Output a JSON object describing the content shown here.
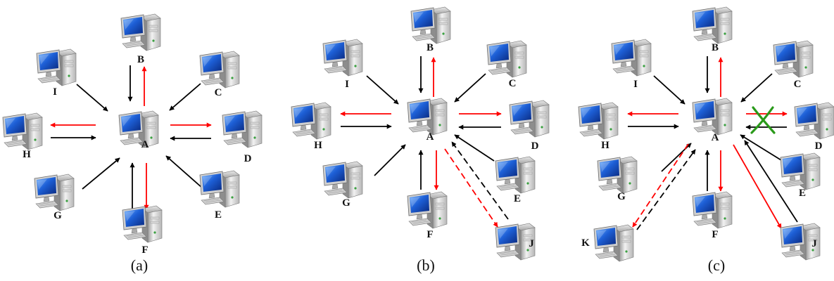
{
  "colors": {
    "request": "#ff0000",
    "response": "#000000",
    "cross": "#2a9a1a"
  },
  "panels": [
    {
      "caption": "(a)",
      "nodes": [
        {
          "id": "A",
          "label": "A"
        },
        {
          "id": "B",
          "label": "B"
        },
        {
          "id": "C",
          "label": "C"
        },
        {
          "id": "D",
          "label": "D"
        },
        {
          "id": "E",
          "label": "E"
        },
        {
          "id": "F",
          "label": "F"
        },
        {
          "id": "G",
          "label": "G"
        },
        {
          "id": "H",
          "label": "H"
        },
        {
          "id": "I",
          "label": "I"
        }
      ],
      "edges": [
        {
          "from": "I",
          "to": "A",
          "color": "black"
        },
        {
          "from": "B",
          "to": "A",
          "color": "black"
        },
        {
          "from": "A",
          "to": "B",
          "color": "red"
        },
        {
          "from": "C",
          "to": "A",
          "color": "black"
        },
        {
          "from": "A",
          "to": "H",
          "color": "red"
        },
        {
          "from": "H",
          "to": "A",
          "color": "black"
        },
        {
          "from": "A",
          "to": "D",
          "color": "red"
        },
        {
          "from": "D",
          "to": "A",
          "color": "black"
        },
        {
          "from": "G",
          "to": "A",
          "color": "black"
        },
        {
          "from": "F",
          "to": "A",
          "color": "black"
        },
        {
          "from": "A",
          "to": "F",
          "color": "red"
        },
        {
          "from": "E",
          "to": "A",
          "color": "black"
        }
      ]
    },
    {
      "caption": "(b)",
      "nodes": [
        {
          "id": "A",
          "label": "A"
        },
        {
          "id": "B",
          "label": "B"
        },
        {
          "id": "C",
          "label": "C"
        },
        {
          "id": "D",
          "label": "D"
        },
        {
          "id": "E",
          "label": "E"
        },
        {
          "id": "F",
          "label": "F"
        },
        {
          "id": "G",
          "label": "G"
        },
        {
          "id": "H",
          "label": "H"
        },
        {
          "id": "I",
          "label": "I"
        },
        {
          "id": "J",
          "label": "J"
        }
      ],
      "edges": [
        {
          "from": "I",
          "to": "A",
          "color": "black"
        },
        {
          "from": "B",
          "to": "A",
          "color": "black"
        },
        {
          "from": "A",
          "to": "B",
          "color": "red"
        },
        {
          "from": "C",
          "to": "A",
          "color": "black"
        },
        {
          "from": "A",
          "to": "H",
          "color": "red"
        },
        {
          "from": "H",
          "to": "A",
          "color": "black"
        },
        {
          "from": "A",
          "to": "D",
          "color": "red"
        },
        {
          "from": "D",
          "to": "A",
          "color": "black"
        },
        {
          "from": "G",
          "to": "A",
          "color": "black"
        },
        {
          "from": "F",
          "to": "A",
          "color": "black"
        },
        {
          "from": "A",
          "to": "F",
          "color": "red"
        },
        {
          "from": "E",
          "to": "A",
          "color": "black"
        },
        {
          "from": "A",
          "to": "J",
          "color": "red",
          "dashed": true
        },
        {
          "from": "J",
          "to": "A",
          "color": "black",
          "dashed": true
        }
      ]
    },
    {
      "caption": "(c)",
      "nodes": [
        {
          "id": "A",
          "label": "A"
        },
        {
          "id": "B",
          "label": "B"
        },
        {
          "id": "C",
          "label": "C"
        },
        {
          "id": "D",
          "label": "D"
        },
        {
          "id": "E",
          "label": "E"
        },
        {
          "id": "F",
          "label": "F"
        },
        {
          "id": "G",
          "label": "G"
        },
        {
          "id": "H",
          "label": "H"
        },
        {
          "id": "I",
          "label": "I"
        },
        {
          "id": "J",
          "label": "J"
        },
        {
          "id": "K",
          "label": "K"
        }
      ],
      "edges": [
        {
          "from": "I",
          "to": "A",
          "color": "black"
        },
        {
          "from": "B",
          "to": "A",
          "color": "black"
        },
        {
          "from": "A",
          "to": "B",
          "color": "red"
        },
        {
          "from": "C",
          "to": "A",
          "color": "black"
        },
        {
          "from": "A",
          "to": "H",
          "color": "red"
        },
        {
          "from": "H",
          "to": "A",
          "color": "black"
        },
        {
          "from": "A",
          "to": "D",
          "color": "red"
        },
        {
          "from": "D",
          "to": "A",
          "color": "black"
        },
        {
          "from": "G",
          "to": "A",
          "color": "black"
        },
        {
          "from": "F",
          "to": "A",
          "color": "black"
        },
        {
          "from": "A",
          "to": "F",
          "color": "red"
        },
        {
          "from": "E",
          "to": "A",
          "color": "black"
        },
        {
          "from": "A",
          "to": "J",
          "color": "red"
        },
        {
          "from": "J",
          "to": "A",
          "color": "black"
        },
        {
          "from": "A",
          "to": "K",
          "color": "red",
          "dashed": true
        },
        {
          "from": "K",
          "to": "A",
          "color": "black",
          "dashed": true
        }
      ],
      "crossed_link": {
        "between": [
          "A",
          "D"
        ],
        "mark": "X"
      }
    }
  ]
}
